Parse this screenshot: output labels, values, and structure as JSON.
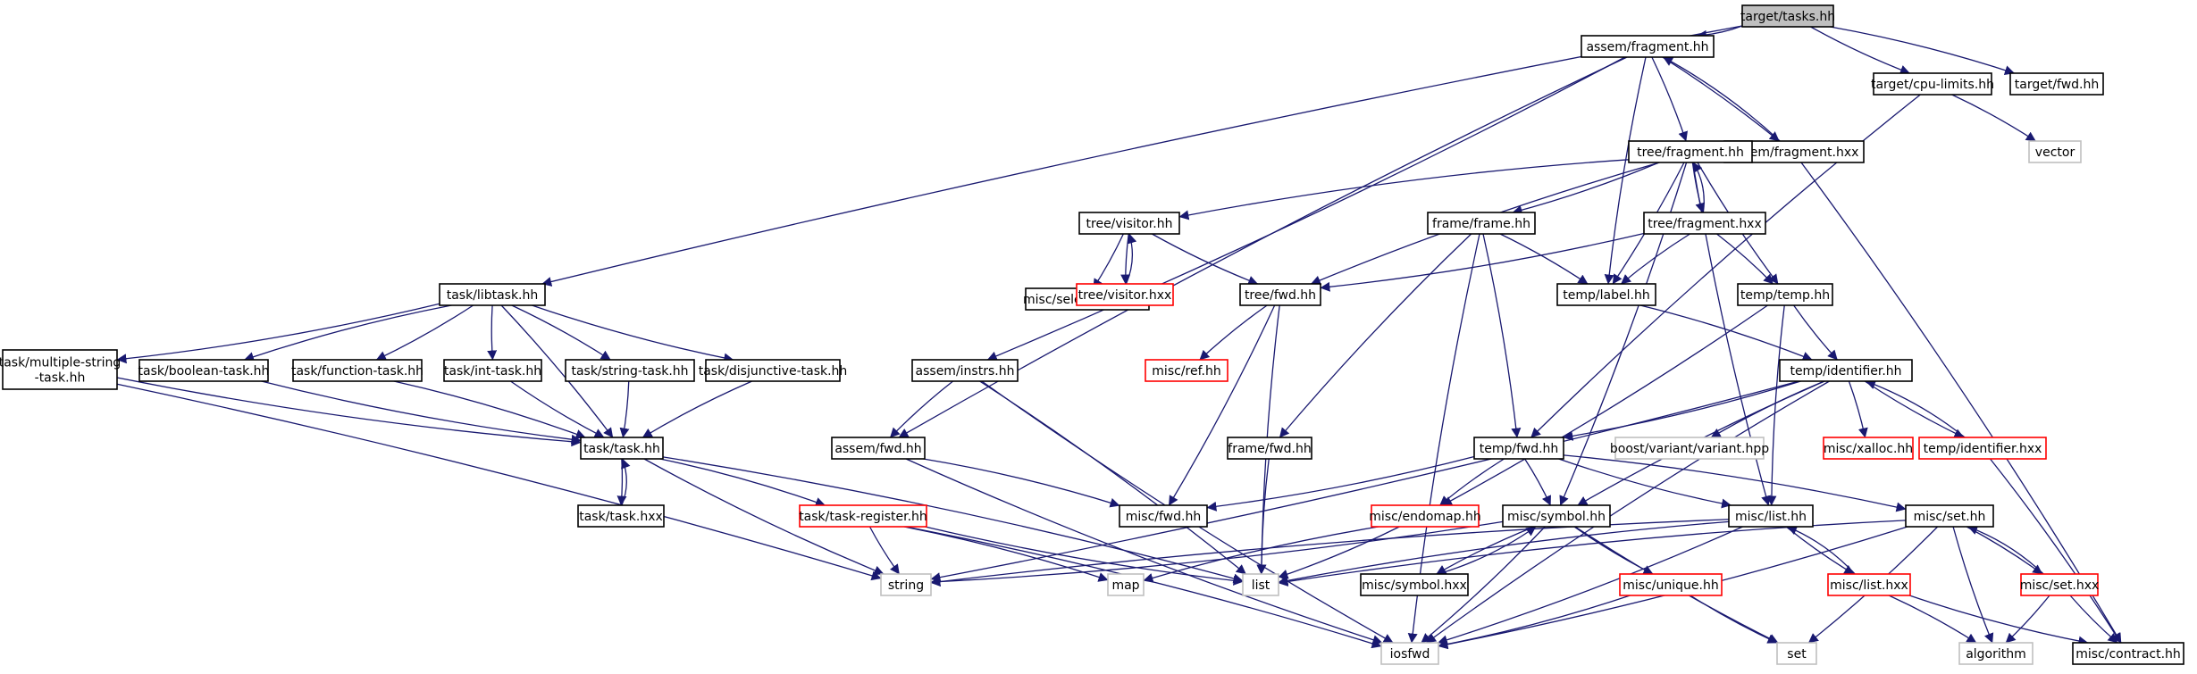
{
  "diagram": {
    "type": "include-dependency-graph",
    "colors": {
      "edge": "#191970",
      "node_border": "#000000",
      "root_fill": "#bfbfbf",
      "truncated_border": "#ff0000",
      "external_border": "#bfbfbf",
      "node_fill": "#ffffff"
    },
    "nodes": [
      {
        "id": "target_tasks",
        "lines": [
          "target/tasks.hh"
        ],
        "style": "root"
      },
      {
        "id": "assem_fragment",
        "lines": [
          "assem/fragment.hh"
        ],
        "style": "normal"
      },
      {
        "id": "target_cpu",
        "lines": [
          "target/cpu-limits.hh"
        ],
        "style": "normal"
      },
      {
        "id": "target_fwd",
        "lines": [
          "target/fwd.hh"
        ],
        "style": "normal"
      },
      {
        "id": "vector",
        "lines": [
          "vector"
        ],
        "style": "external"
      },
      {
        "id": "assem_fragment_hxx",
        "lines": [
          "assem/fragment.hxx"
        ],
        "style": "normal"
      },
      {
        "id": "tree_fragment",
        "lines": [
          "tree/fragment.hh"
        ],
        "style": "normal"
      },
      {
        "id": "tree_visitor",
        "lines": [
          "tree/visitor.hh"
        ],
        "style": "normal"
      },
      {
        "id": "frame_frame",
        "lines": [
          "frame/frame.hh"
        ],
        "style": "normal"
      },
      {
        "id": "tree_fragment_hxx",
        "lines": [
          "tree/fragment.hxx"
        ],
        "style": "normal"
      },
      {
        "id": "misc_select_const",
        "lines": [
          "misc/select-const.hh"
        ],
        "style": "normal"
      },
      {
        "id": "tree_visitor_hxx",
        "lines": [
          "tree/visitor.hxx"
        ],
        "style": "truncated"
      },
      {
        "id": "tree_fwd",
        "lines": [
          "tree/fwd.hh"
        ],
        "style": "normal"
      },
      {
        "id": "temp_label",
        "lines": [
          "temp/label.hh"
        ],
        "style": "normal"
      },
      {
        "id": "temp_temp",
        "lines": [
          "temp/temp.hh"
        ],
        "style": "normal"
      },
      {
        "id": "task_libtask",
        "lines": [
          "task/libtask.hh"
        ],
        "style": "normal"
      },
      {
        "id": "task_multiple",
        "lines": [
          "task/multiple-string",
          "-task.hh"
        ],
        "style": "normal"
      },
      {
        "id": "task_boolean",
        "lines": [
          "task/boolean-task.hh"
        ],
        "style": "normal"
      },
      {
        "id": "task_function",
        "lines": [
          "task/function-task.hh"
        ],
        "style": "normal"
      },
      {
        "id": "task_int",
        "lines": [
          "task/int-task.hh"
        ],
        "style": "normal"
      },
      {
        "id": "task_string",
        "lines": [
          "task/string-task.hh"
        ],
        "style": "normal"
      },
      {
        "id": "task_disjunctive",
        "lines": [
          "task/disjunctive-task.hh"
        ],
        "style": "normal"
      },
      {
        "id": "assem_instrs",
        "lines": [
          "assem/instrs.hh"
        ],
        "style": "normal"
      },
      {
        "id": "misc_ref",
        "lines": [
          "misc/ref.hh"
        ],
        "style": "truncated"
      },
      {
        "id": "temp_identifier",
        "lines": [
          "temp/identifier.hh"
        ],
        "style": "normal"
      },
      {
        "id": "task_task",
        "lines": [
          "task/task.hh"
        ],
        "style": "normal"
      },
      {
        "id": "assem_fwd",
        "lines": [
          "assem/fwd.hh"
        ],
        "style": "normal"
      },
      {
        "id": "frame_fwd",
        "lines": [
          "frame/fwd.hh"
        ],
        "style": "normal"
      },
      {
        "id": "temp_fwd",
        "lines": [
          "temp/fwd.hh"
        ],
        "style": "normal"
      },
      {
        "id": "boost_variant",
        "lines": [
          "boost/variant/variant.hpp"
        ],
        "style": "external"
      },
      {
        "id": "misc_xalloc",
        "lines": [
          "misc/xalloc.hh"
        ],
        "style": "truncated"
      },
      {
        "id": "temp_identifier_hxx",
        "lines": [
          "temp/identifier.hxx"
        ],
        "style": "truncated"
      },
      {
        "id": "misc_fwd",
        "lines": [
          "misc/fwd.hh"
        ],
        "style": "normal"
      },
      {
        "id": "task_task_hxx",
        "lines": [
          "task/task.hxx"
        ],
        "style": "normal"
      },
      {
        "id": "task_register",
        "lines": [
          "task/task-register.hh"
        ],
        "style": "truncated"
      },
      {
        "id": "misc_endomap",
        "lines": [
          "misc/endomap.hh"
        ],
        "style": "truncated"
      },
      {
        "id": "misc_symbol",
        "lines": [
          "misc/symbol.hh"
        ],
        "style": "normal"
      },
      {
        "id": "misc_list",
        "lines": [
          "misc/list.hh"
        ],
        "style": "normal"
      },
      {
        "id": "misc_set",
        "lines": [
          "misc/set.hh"
        ],
        "style": "normal"
      },
      {
        "id": "string",
        "lines": [
          "string"
        ],
        "style": "external"
      },
      {
        "id": "map",
        "lines": [
          "map"
        ],
        "style": "external"
      },
      {
        "id": "list",
        "lines": [
          "list"
        ],
        "style": "external"
      },
      {
        "id": "misc_symbol_hxx",
        "lines": [
          "misc/symbol.hxx"
        ],
        "style": "normal"
      },
      {
        "id": "misc_unique",
        "lines": [
          "misc/unique.hh"
        ],
        "style": "truncated"
      },
      {
        "id": "misc_list_hxx",
        "lines": [
          "misc/list.hxx"
        ],
        "style": "truncated"
      },
      {
        "id": "misc_set_hxx",
        "lines": [
          "misc/set.hxx"
        ],
        "style": "truncated"
      },
      {
        "id": "iosfwd",
        "lines": [
          "iosfwd"
        ],
        "style": "external"
      },
      {
        "id": "set",
        "lines": [
          "set"
        ],
        "style": "external"
      },
      {
        "id": "algorithm",
        "lines": [
          "algorithm"
        ],
        "style": "external"
      },
      {
        "id": "misc_contract",
        "lines": [
          "misc/contract.hh"
        ],
        "style": "normal"
      }
    ],
    "edges": [
      [
        "target_tasks",
        "assem_fragment"
      ],
      [
        "target_tasks",
        "target_cpu"
      ],
      [
        "target_tasks",
        "target_fwd"
      ],
      [
        "target_tasks",
        "task_libtask"
      ],
      [
        "target_cpu",
        "vector"
      ],
      [
        "target_cpu",
        "temp_fwd"
      ],
      [
        "assem_fragment",
        "assem_fragment_hxx"
      ],
      [
        "assem_fragment_hxx",
        "assem_fragment"
      ],
      [
        "assem_fragment",
        "tree_fragment"
      ],
      [
        "assem_fragment",
        "temp_label"
      ],
      [
        "assem_fragment",
        "assem_instrs"
      ],
      [
        "assem_fragment",
        "assem_fwd"
      ],
      [
        "assem_fragment_hxx",
        "misc_contract"
      ],
      [
        "tree_fragment",
        "tree_visitor"
      ],
      [
        "tree_fragment",
        "frame_frame"
      ],
      [
        "tree_fragment",
        "tree_fragment_hxx"
      ],
      [
        "tree_fragment_hxx",
        "tree_fragment"
      ],
      [
        "tree_fragment",
        "tree_fwd"
      ],
      [
        "tree_fragment",
        "temp_label"
      ],
      [
        "tree_fragment",
        "temp_temp"
      ],
      [
        "tree_fragment",
        "misc_symbol"
      ],
      [
        "tree_fragment",
        "misc_list"
      ],
      [
        "tree_visitor",
        "misc_select_const"
      ],
      [
        "tree_visitor",
        "tree_visitor_hxx"
      ],
      [
        "tree_visitor_hxx",
        "tree_visitor"
      ],
      [
        "tree_visitor",
        "tree_fwd"
      ],
      [
        "frame_frame",
        "temp_label"
      ],
      [
        "frame_frame",
        "frame_fwd"
      ],
      [
        "frame_frame",
        "temp_fwd"
      ],
      [
        "frame_frame",
        "iosfwd"
      ],
      [
        "tree_fragment_hxx",
        "tree_fwd"
      ],
      [
        "tree_fragment_hxx",
        "temp_label"
      ],
      [
        "tree_fragment_hxx",
        "temp_temp"
      ],
      [
        "tree_fwd",
        "misc_ref"
      ],
      [
        "tree_fwd",
        "misc_fwd"
      ],
      [
        "tree_fwd",
        "list"
      ],
      [
        "temp_label",
        "temp_identifier"
      ],
      [
        "temp_temp",
        "temp_identifier"
      ],
      [
        "temp_temp",
        "misc_endomap"
      ],
      [
        "temp_temp",
        "misc_list"
      ],
      [
        "task_libtask",
        "task_multiple"
      ],
      [
        "task_libtask",
        "task_boolean"
      ],
      [
        "task_libtask",
        "task_function"
      ],
      [
        "task_libtask",
        "task_int"
      ],
      [
        "task_libtask",
        "task_string"
      ],
      [
        "task_libtask",
        "task_disjunctive"
      ],
      [
        "task_libtask",
        "task_task"
      ],
      [
        "task_multiple",
        "task_task"
      ],
      [
        "task_multiple",
        "string"
      ],
      [
        "task_boolean",
        "task_task"
      ],
      [
        "task_function",
        "task_task"
      ],
      [
        "task_int",
        "task_task"
      ],
      [
        "task_string",
        "task_task"
      ],
      [
        "task_disjunctive",
        "task_task"
      ],
      [
        "task_task",
        "task_task_hxx"
      ],
      [
        "task_task_hxx",
        "task_task"
      ],
      [
        "task_task",
        "task_register"
      ],
      [
        "task_task",
        "string"
      ],
      [
        "task_task",
        "list"
      ],
      [
        "task_register",
        "string"
      ],
      [
        "task_register",
        "map"
      ],
      [
        "task_register",
        "list"
      ],
      [
        "task_register",
        "iosfwd"
      ],
      [
        "assem_instrs",
        "assem_fwd"
      ],
      [
        "assem_instrs",
        "list"
      ],
      [
        "assem_instrs",
        "iosfwd"
      ],
      [
        "assem_fwd",
        "misc_fwd"
      ],
      [
        "assem_fwd",
        "iosfwd"
      ],
      [
        "temp_identifier",
        "temp_fwd"
      ],
      [
        "temp_identifier",
        "boost_variant"
      ],
      [
        "temp_identifier",
        "misc_xalloc"
      ],
      [
        "temp_identifier",
        "temp_identifier_hxx"
      ],
      [
        "temp_identifier_hxx",
        "temp_identifier"
      ],
      [
        "temp_identifier",
        "misc_symbol"
      ],
      [
        "temp_identifier",
        "string"
      ],
      [
        "temp_identifier",
        "iosfwd"
      ],
      [
        "temp_identifier_hxx",
        "misc_contract"
      ],
      [
        "frame_fwd",
        "list"
      ],
      [
        "temp_fwd",
        "misc_fwd"
      ],
      [
        "temp_fwd",
        "misc_endomap"
      ],
      [
        "temp_fwd",
        "misc_symbol"
      ],
      [
        "temp_fwd",
        "misc_list"
      ],
      [
        "temp_fwd",
        "misc_set"
      ],
      [
        "misc_endomap",
        "map"
      ],
      [
        "misc_endomap",
        "list"
      ],
      [
        "misc_symbol",
        "misc_symbol_hxx"
      ],
      [
        "misc_symbol_hxx",
        "misc_symbol"
      ],
      [
        "misc_symbol",
        "misc_unique"
      ],
      [
        "misc_symbol",
        "string"
      ],
      [
        "misc_symbol",
        "set"
      ],
      [
        "misc_symbol",
        "iosfwd"
      ],
      [
        "misc_unique",
        "set"
      ],
      [
        "misc_unique",
        "iosfwd"
      ],
      [
        "misc_list",
        "misc_list_hxx"
      ],
      [
        "misc_list_hxx",
        "misc_list"
      ],
      [
        "misc_list",
        "list"
      ],
      [
        "misc_list",
        "iosfwd"
      ],
      [
        "misc_list",
        "string"
      ],
      [
        "misc_list_hxx",
        "algorithm"
      ],
      [
        "misc_list_hxx",
        "misc_contract"
      ],
      [
        "misc_set",
        "misc_set_hxx"
      ],
      [
        "misc_set_hxx",
        "misc_set"
      ],
      [
        "misc_set",
        "set"
      ],
      [
        "misc_set",
        "algorithm"
      ],
      [
        "misc_set",
        "iosfwd"
      ],
      [
        "misc_set",
        "list"
      ],
      [
        "misc_set_hxx",
        "algorithm"
      ],
      [
        "misc_set_hxx",
        "misc_contract"
      ]
    ]
  }
}
